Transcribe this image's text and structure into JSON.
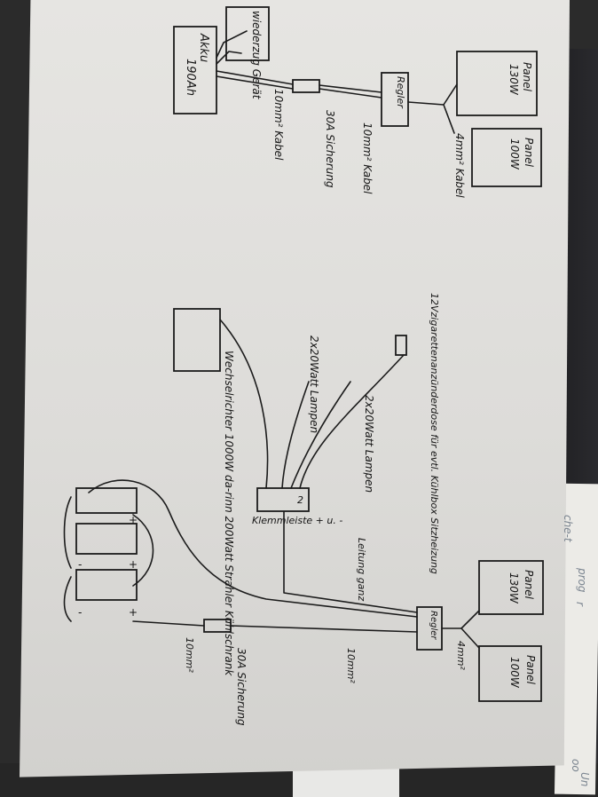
{
  "labels": {
    "wiederzug": "wiederzug Gerät",
    "akku": "Akku",
    "akku_cap": "190Ah",
    "regler_top": "Regler",
    "regler_bottom": "Regler",
    "panel1_title": "Panel",
    "panel1_watt": "130W",
    "panel2_title": "Panel",
    "panel2_watt": "100W",
    "panel3_title": "Panel",
    "panel3_watt": "130W",
    "panel4_title": "Panel",
    "panel4_watt": "100W",
    "fuse_top": "30A Sicherung",
    "fuse_bottom": "30A Sicherung",
    "cable10_a": "10mm² Kabel",
    "cable10_b": "10mm² Kabel",
    "cable4_top": "4mm² Kabel",
    "cable4_bottom": "4mm²",
    "cable10_c": "10mm²",
    "cable10_d": "10mm²",
    "socket": "12Vzigarettenanzünderdose für evtl. Kühlbox Sitzheizung",
    "lamps_a": "2x20Watt Lampen",
    "lamps_b": "2x20Watt Lampen",
    "inverter": "Wechselrichter 1000W da-rinn 200Watt Strahler Kühlschrank",
    "terminal": "Klemmleiste + u. -",
    "terminal_num": "2",
    "extra": "Leitung ganz",
    "extra_sup": "²",
    "plus": "+",
    "minus": "-",
    "scrap_1": "che-t",
    "scrap_2": "prog",
    "scrap_3": "r",
    "scrap_4": "oo",
    "scrap_5": "Un"
  }
}
